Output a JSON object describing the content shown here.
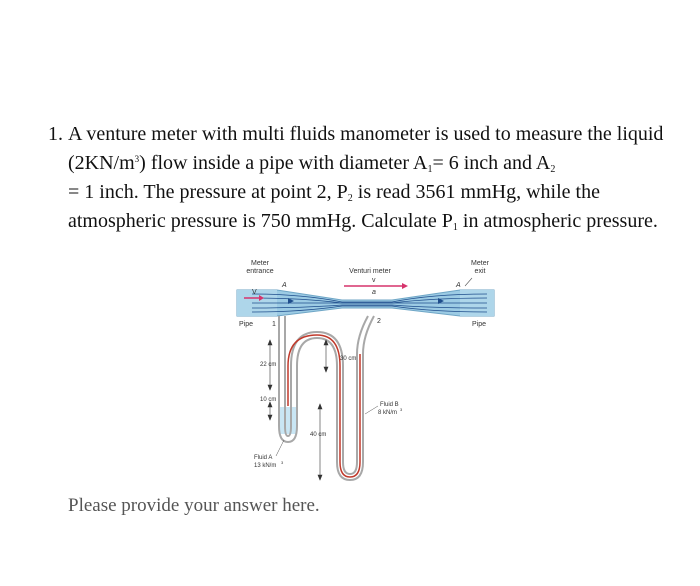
{
  "question": {
    "number": "1.",
    "t1": "A venture meter with multi fluids manometer is used to measure the liquid (2KN/m",
    "t1_sup": "3",
    "t2": ") flow inside a pipe with diameter A",
    "a1_sub": "1",
    "t3": "= 6 inch and A",
    "a2_sub": "2",
    "t4": "= 1 inch. The pressure at point 2, P",
    "p2_sub": "2",
    "t5": "is read 3561 mmHg, while the atmospheric pressure is 750 mmHg. Calculate P",
    "p1_sub": "1",
    "t6": "in atmospheric pressure."
  },
  "figure": {
    "meter_entrance": [
      "Meter",
      "entrance"
    ],
    "venturi_meter": "Venturi meter",
    "meter_exit": [
      "Meter",
      "exit"
    ],
    "label_a_left": "A",
    "label_a_right": "A",
    "label_a_throat": "a",
    "label_v_left": "V",
    "label_v_mid": "v",
    "label_pipe_left": "Pipe",
    "label_pipe_right": "Pipe",
    "point_1": "1",
    "point_2": "2",
    "dim_22": "22 cm",
    "dim_10": "10 cm",
    "dim_30": "30 cm",
    "dim_40": "40 cm",
    "fluid_a": [
      "Fluid A",
      "13 kN/m"
    ],
    "fluid_a_sup": "3",
    "fluid_b": [
      "Fluid B",
      "8 kN/m"
    ],
    "fluid_b_sup": "3"
  },
  "answer_prompt": "Please provide your answer here.",
  "colors": {
    "pipe": "#9ccbe4",
    "pipe_dark": "#6fa6c6",
    "flow_lines": "#1f4e8c",
    "velocity_arrow": "#d6336c",
    "fluid_a": "#c9e6f4",
    "tube": "#a8a8a8"
  }
}
